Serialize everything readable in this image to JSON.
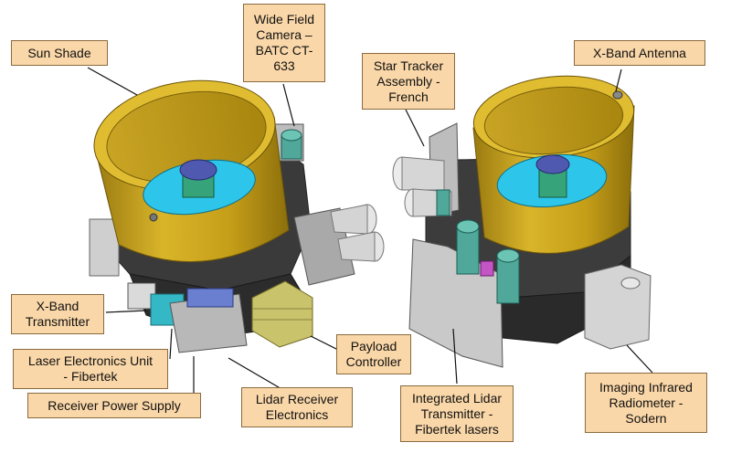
{
  "callouts": {
    "sun_shade": "Sun Shade",
    "wide_field_camera": "Wide Field\nCamera –\nBATC CT-\n633",
    "star_tracker": "Star Tracker\nAssembly -\nFrench",
    "x_band_antenna": "X-Band Antenna",
    "x_band_transmitter": "X-Band\nTransmitter",
    "laser_electronics": "Laser Electronics Unit\n- Fibertek",
    "receiver_power_supply": "Receiver Power Supply",
    "lidar_receiver": "Lidar Receiver\nElectronics",
    "payload_controller": "Payload\nController",
    "integrated_lidar": "Integrated Lidar\nTransmitter -\nFibertek lasers",
    "imaging_infrared": "Imaging Infrared\nRadiometer -\nSodern"
  },
  "colors": {
    "callout_fill": "#fad7a8",
    "sun_shade": "#c8a31a",
    "mirror": "#2ec5ea",
    "body": "#3a3a3a",
    "panel": "#b8b8b8",
    "camera": "#4fa89a",
    "payload_controller": "#c9c36b"
  }
}
